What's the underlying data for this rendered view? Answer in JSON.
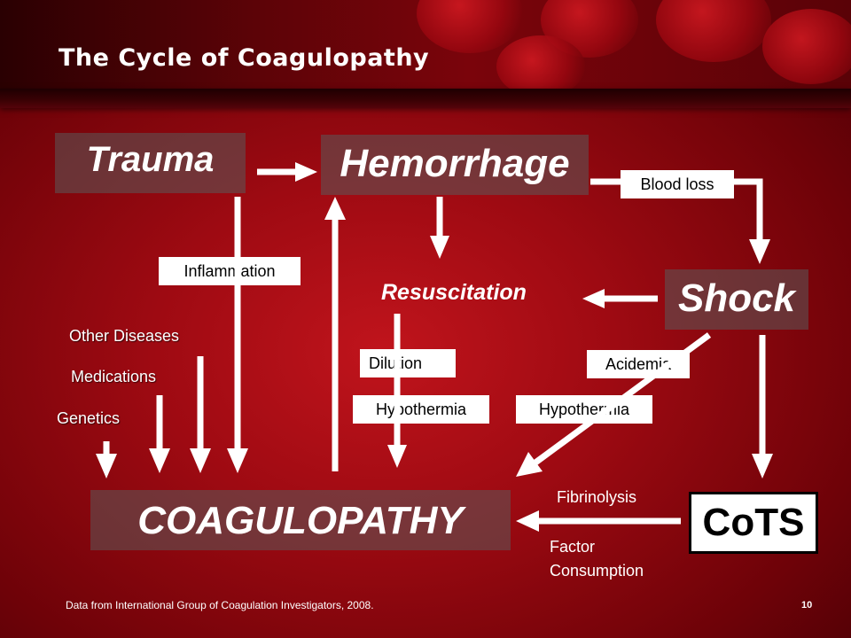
{
  "title": "The Cycle of Coagulopathy",
  "nodes": {
    "trauma": "Trauma",
    "hemorrhage": "Hemorrhage",
    "shock": "Shock",
    "resuscitation": "Resuscitation",
    "coagulopathy": "COAGULOPATHY",
    "cots": "CoTS"
  },
  "labels": {
    "blood_loss": "Blood loss",
    "inflammation": "Inflammation",
    "dilution": "Dilution",
    "hypothermia_resus": "Hypothermia",
    "acidemia": "Acidemia",
    "hypothermia_shock": "Hypothermia",
    "other_diseases": "Other Diseases",
    "medications": "Medications",
    "genetics": "Genetics",
    "fibrinolysis": "Fibrinolysis",
    "factor_consumption_1": "Factor",
    "factor_consumption_2": "Consumption"
  },
  "footer": {
    "source": "Data from International Group of Coagulation Investigators, 2008.",
    "page": "10"
  },
  "colors": {
    "background": "#a00a12",
    "text": "#ffffff",
    "box_fill": "#5a5a5a",
    "label_fill": "#ffffff"
  }
}
